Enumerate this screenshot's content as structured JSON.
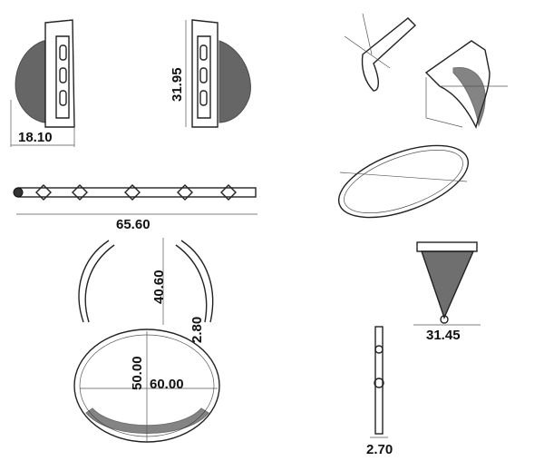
{
  "dimensions": {
    "strap_width": "18.10",
    "strap_height": "31.95",
    "bar_length": "65.60",
    "arc_height": "40.60",
    "arc_thickness": "2.80",
    "bangle_inner": "50.00",
    "bangle_outer": "60.00",
    "pendant_width": "31.45",
    "side_thickness": "2.70"
  }
}
